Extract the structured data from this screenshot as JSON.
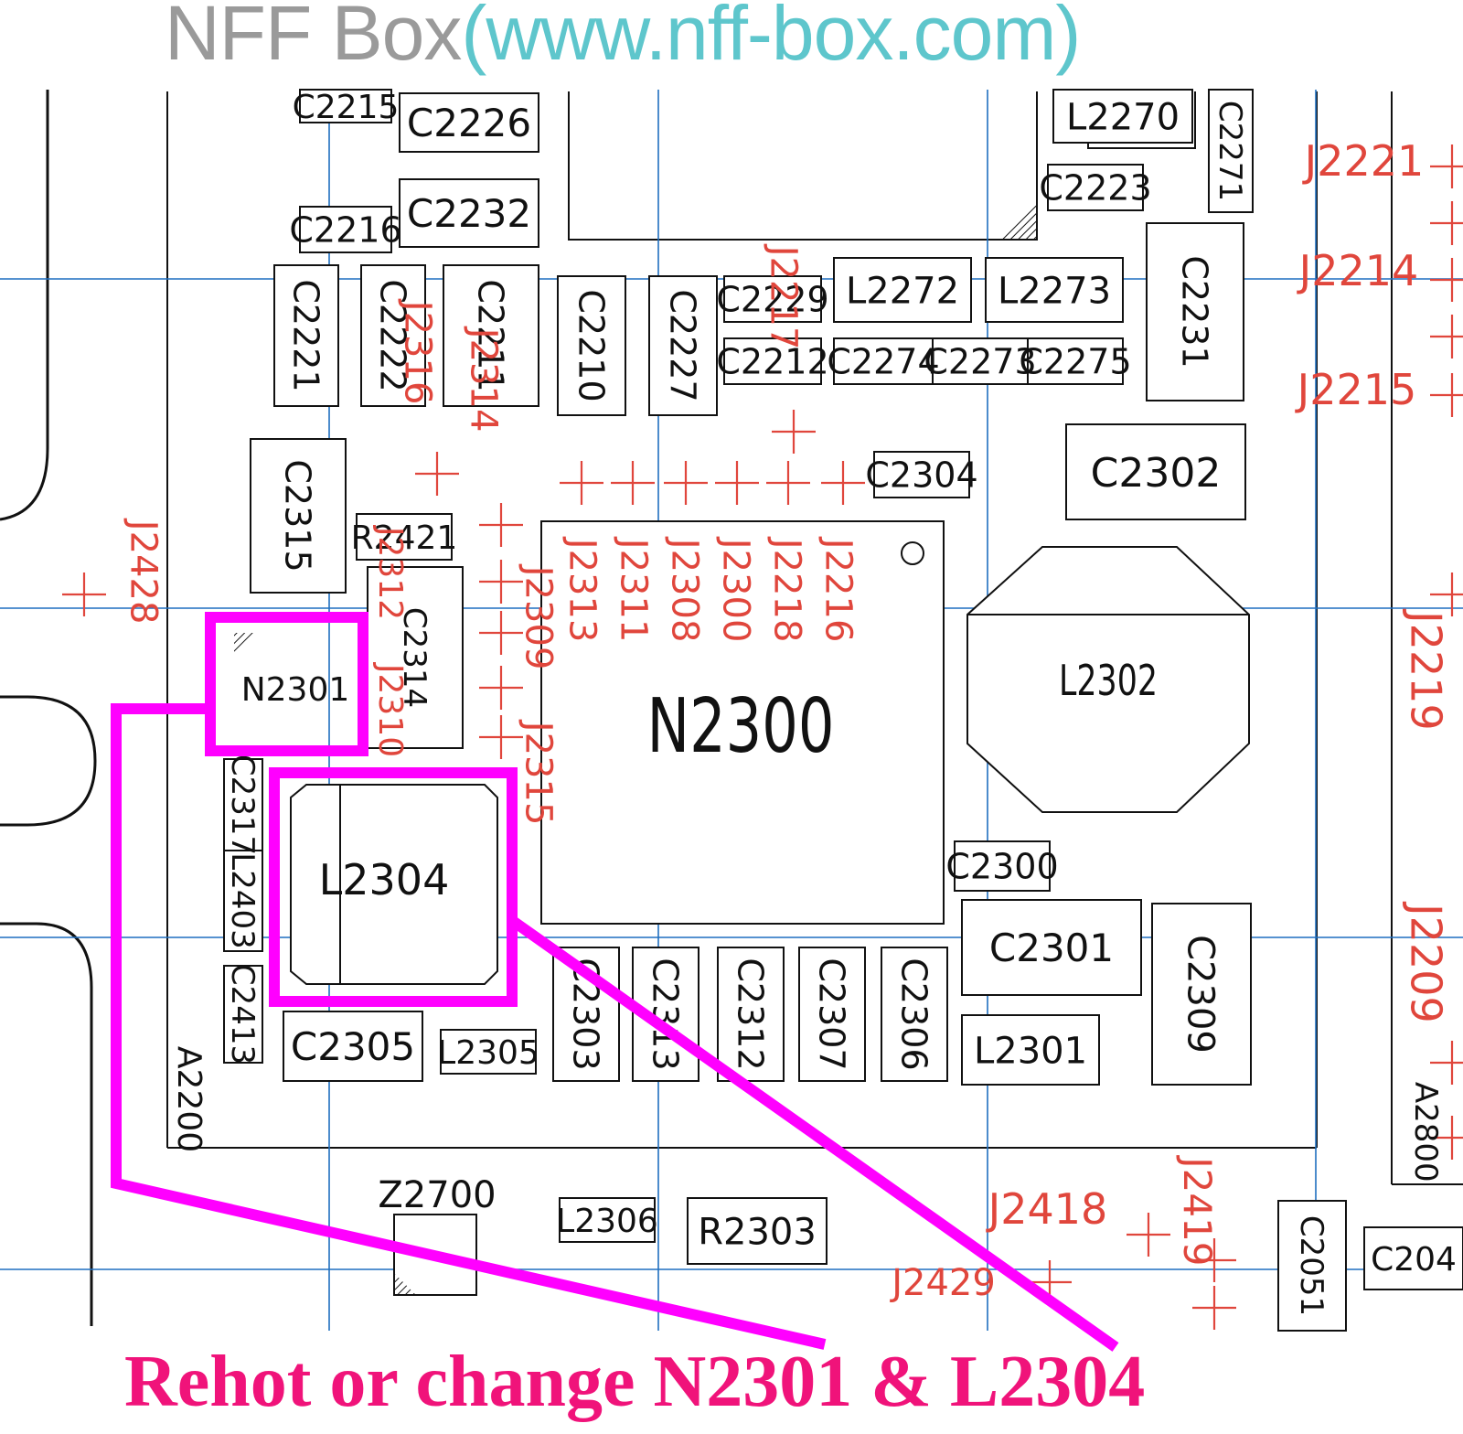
{
  "header": {
    "watermark_brand": "NFF Box",
    "watermark_url": "(www.nff-box.com)"
  },
  "caption": "Rehot or change N2301 & L2304",
  "colors": {
    "highlight": "#ff00ff",
    "caption": "#f0137a",
    "refdes": "#e0463c",
    "gridline": "#1f6fc0",
    "outline": "#111111",
    "watermark_gray": "#9a9a9a",
    "watermark_teal": "#5ec6cc"
  },
  "highlighted_components": [
    "N2301",
    "L2304"
  ],
  "components": [
    {
      "id": "c2215",
      "label": "C2215"
    },
    {
      "id": "c2226",
      "label": "C2226"
    },
    {
      "id": "c2216",
      "label": "C2216"
    },
    {
      "id": "c2232",
      "label": "C2232"
    },
    {
      "id": "l2270",
      "label": "L2270"
    },
    {
      "id": "c2271",
      "label": "C2271"
    },
    {
      "id": "c2223",
      "label": "C2223"
    },
    {
      "id": "c2221",
      "label": "C2221"
    },
    {
      "id": "c2222",
      "label": "C2222"
    },
    {
      "id": "c2211",
      "label": "C2211"
    },
    {
      "id": "c2210",
      "label": "C2210"
    },
    {
      "id": "c2227",
      "label": "C2227"
    },
    {
      "id": "c2229",
      "label": "C2229"
    },
    {
      "id": "c2212",
      "label": "C2212"
    },
    {
      "id": "l2272",
      "label": "L2272"
    },
    {
      "id": "l2273",
      "label": "L2273"
    },
    {
      "id": "c2274",
      "label": "C2274"
    },
    {
      "id": "c2273",
      "label": "C2273"
    },
    {
      "id": "c2275",
      "label": "C2275"
    },
    {
      "id": "c2231",
      "label": "C2231"
    },
    {
      "id": "c2304",
      "label": "C2304"
    },
    {
      "id": "c2302",
      "label": "C2302"
    },
    {
      "id": "c2315",
      "label": "C2315"
    },
    {
      "id": "r2421",
      "label": "R2421"
    },
    {
      "id": "c2314",
      "label": "C2314"
    },
    {
      "id": "n2300",
      "label": "N2300"
    },
    {
      "id": "l2302",
      "label": "L2302"
    },
    {
      "id": "n2301",
      "label": "N2301"
    },
    {
      "id": "l2304",
      "label": "L2304"
    },
    {
      "id": "c2317",
      "label": "C2317"
    },
    {
      "id": "l2403",
      "label": "L2403"
    },
    {
      "id": "c2413",
      "label": "C2413"
    },
    {
      "id": "c2300",
      "label": "C2300"
    },
    {
      "id": "c2301",
      "label": "C2301"
    },
    {
      "id": "c2309",
      "label": "C2309"
    },
    {
      "id": "l2301",
      "label": "L2301"
    },
    {
      "id": "c2303",
      "label": "C2303"
    },
    {
      "id": "c2313",
      "label": "C2313"
    },
    {
      "id": "c2312",
      "label": "C2312"
    },
    {
      "id": "c2307",
      "label": "C2307"
    },
    {
      "id": "c2306",
      "label": "C2306"
    },
    {
      "id": "c2305",
      "label": "C2305"
    },
    {
      "id": "l2305",
      "label": "L2305"
    },
    {
      "id": "z2700",
      "label": "Z2700"
    },
    {
      "id": "l2306",
      "label": "L2306"
    },
    {
      "id": "r2303",
      "label": "R2303"
    },
    {
      "id": "c2051",
      "label": "C2051"
    },
    {
      "id": "c2040",
      "label": "C204"
    },
    {
      "id": "a2200",
      "label": "A2200"
    },
    {
      "id": "a2800",
      "label": "A2800"
    }
  ],
  "test_points": [
    {
      "id": "j2221",
      "label": "J2221"
    },
    {
      "id": "j2214",
      "label": "J2214"
    },
    {
      "id": "j2215",
      "label": "J2215"
    },
    {
      "id": "j2219",
      "label": "J2219"
    },
    {
      "id": "j2209",
      "label": "J2209"
    },
    {
      "id": "j2428",
      "label": "J2428"
    },
    {
      "id": "j2316",
      "label": "J2316"
    },
    {
      "id": "j2314",
      "label": "J2314"
    },
    {
      "id": "j2217",
      "label": "J2217"
    },
    {
      "id": "j2312",
      "label": "J2312"
    },
    {
      "id": "j2310",
      "label": "J2310"
    },
    {
      "id": "j2309",
      "label": "J2309"
    },
    {
      "id": "j2315",
      "label": "J2315"
    },
    {
      "id": "j2313",
      "label": "J2313"
    },
    {
      "id": "j2311",
      "label": "J2311"
    },
    {
      "id": "j2308",
      "label": "J2308"
    },
    {
      "id": "j2300",
      "label": "J2300"
    },
    {
      "id": "j2218",
      "label": "J2218"
    },
    {
      "id": "j2216",
      "label": "J2216"
    },
    {
      "id": "j2418",
      "label": "J2418"
    },
    {
      "id": "j2419",
      "label": "J2419"
    },
    {
      "id": "j2429",
      "label": "J2429"
    }
  ]
}
